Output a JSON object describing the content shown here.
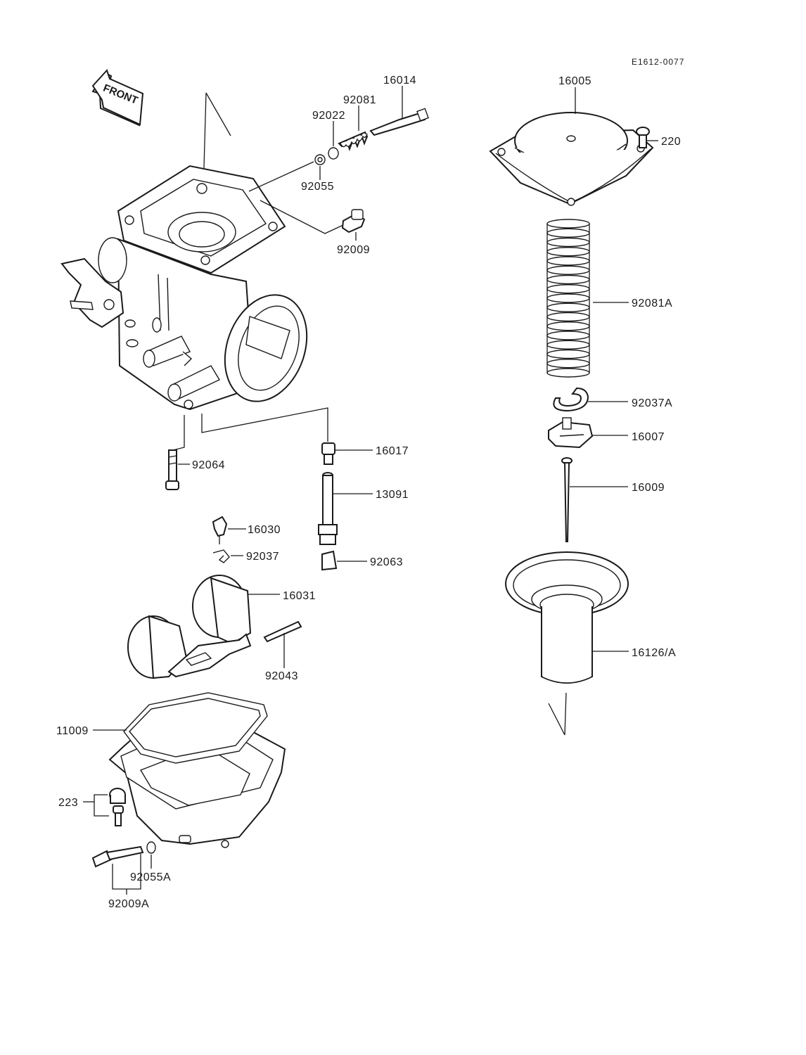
{
  "diagram_code": "E1612-0077",
  "front_label": "FRONT",
  "parts": {
    "p16014": "16014",
    "p92081": "92081",
    "p92022": "92022",
    "p92055": "92055",
    "p92009": "92009",
    "p16017": "16017",
    "p92064": "92064",
    "p13091": "13091",
    "p16030": "16030",
    "p92037": "92037",
    "p92063": "92063",
    "p16031": "16031",
    "p92043": "92043",
    "p11009": "11009",
    "p223": "223",
    "p92055A": "92055A",
    "p92009A": "92009A",
    "p16005": "16005",
    "p220": "220",
    "p92081A": "92081A",
    "p92037A": "92037A",
    "p16007": "16007",
    "p16009": "16009",
    "p16126A": "16126/A"
  }
}
